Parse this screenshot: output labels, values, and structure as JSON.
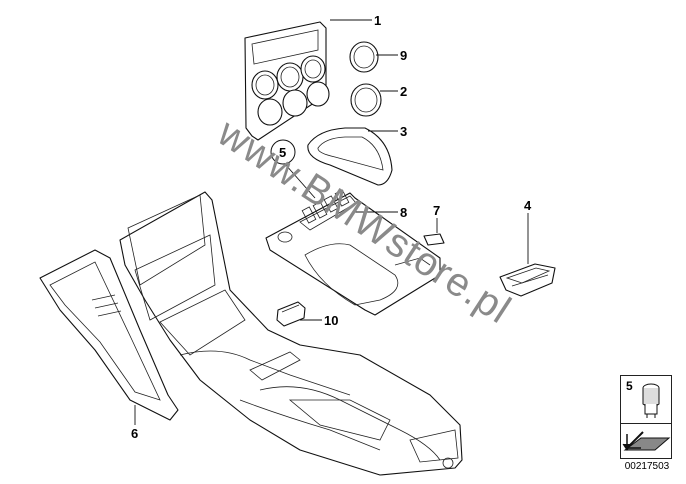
{
  "diagram": {
    "callouts": [
      {
        "id": "callout-1",
        "label": "1"
      },
      {
        "id": "callout-9",
        "label": "9"
      },
      {
        "id": "callout-2",
        "label": "2"
      },
      {
        "id": "callout-3",
        "label": "3"
      },
      {
        "id": "callout-5",
        "label": "5"
      },
      {
        "id": "callout-8",
        "label": "8"
      },
      {
        "id": "callout-7",
        "label": "7"
      },
      {
        "id": "callout-4",
        "label": "4"
      },
      {
        "id": "callout-10",
        "label": "10"
      },
      {
        "id": "callout-6",
        "label": "6"
      }
    ],
    "watermark": "www.BMWstore.pl"
  },
  "legend": {
    "number": "5",
    "document_id": "00217503"
  }
}
